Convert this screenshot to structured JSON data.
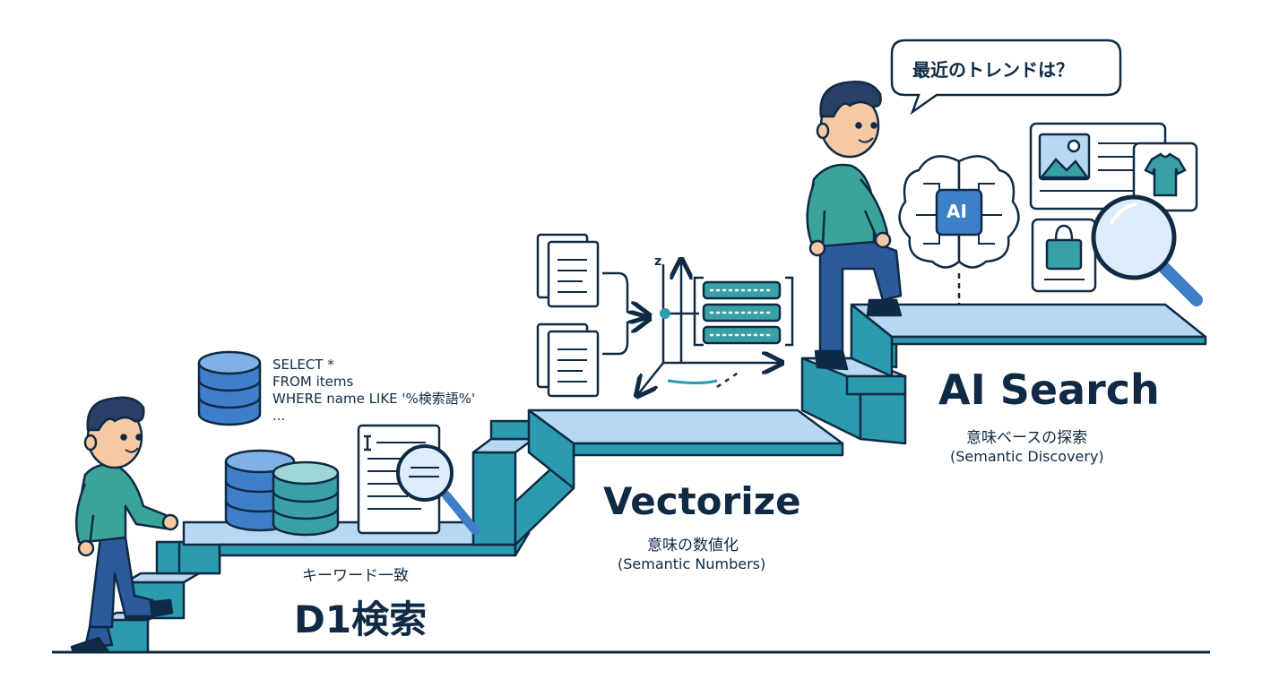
{
  "stage1": {
    "sql_lines": [
      "SELECT *",
      "FROM items",
      "WHERE name LIKE '%検索語%'",
      "..."
    ],
    "subtitle": "キーワード一致",
    "title": "D1検索"
  },
  "stage2": {
    "axis_label": "z",
    "title": "Vectorize",
    "subtitle_jp": "意味の数値化",
    "subtitle_en": "(Semantic Numbers)"
  },
  "stage3": {
    "speech": "最近のトレンドは？",
    "ai_badge": "AI",
    "title": "AI Search",
    "subtitle_jp": "意味ベースの探索",
    "subtitle_en": "(Semantic Discovery)"
  },
  "colors": {
    "outline": "#0f2a44",
    "stair_front": "#2b9bb0",
    "stair_top": "#b8d8f2",
    "shirt": "#3aa39a",
    "pants": "#2c5a9c",
    "blue_db": "#3f7fc9",
    "teal_db": "#3aa0a8",
    "skin": "#f7c9a2"
  }
}
